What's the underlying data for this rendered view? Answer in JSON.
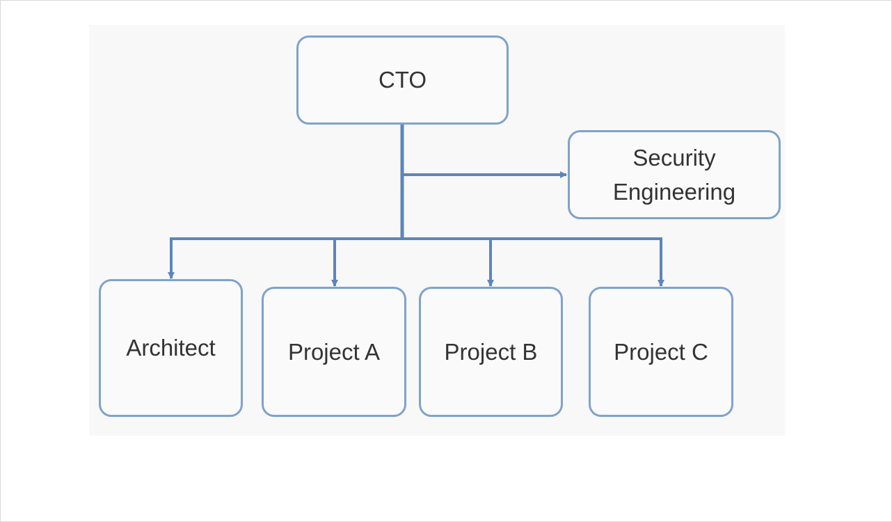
{
  "diagram": {
    "nodes": {
      "cto": "CTO",
      "security": [
        "Security",
        "Engineering"
      ],
      "architect": "Architect",
      "project_a": "Project A",
      "project_b": "Project B",
      "project_c": "Project C"
    },
    "edges": [
      {
        "from": "CTO",
        "to": "Security Engineering"
      },
      {
        "from": "CTO",
        "to": "Architect"
      },
      {
        "from": "CTO",
        "to": "Project A"
      },
      {
        "from": "CTO",
        "to": "Project B"
      },
      {
        "from": "CTO",
        "to": "Project C"
      }
    ],
    "colors": {
      "box_border": "#7ea2cd",
      "connector": "#5b86bd",
      "text": "#333333",
      "canvas_bg": "#f8f8f8"
    }
  }
}
